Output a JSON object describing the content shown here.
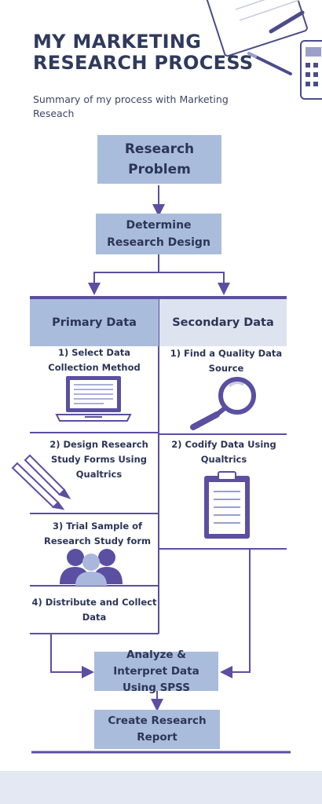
{
  "header": {
    "title_line1": "MY MARKETING",
    "title_line2": "RESEARCH PROCESS",
    "subtitle": "Summary of my process with Marketing Reseach"
  },
  "flow": {
    "research_problem": "Research Problem",
    "determine_design": "Determine Research Design",
    "analyze": "Analyze & Interpret Data Using SPSS",
    "report": "Create Research Report"
  },
  "primary": {
    "heading": "Primary Data",
    "steps": [
      "1) Select Data Collection Method",
      "2) Design Research Study Forms Using Qualtrics",
      "3) Trial Sample of Research Study form",
      "4) Distribute and Collect Data"
    ]
  },
  "secondary": {
    "heading": "Secondary Data",
    "steps": [
      "1) Find a Quality Data Source",
      "2) Codify Data Using Qualtrics"
    ]
  },
  "icons": [
    "notebook-pen-icon",
    "pen-icon",
    "calculator-icon",
    "laptop-icon",
    "magnifying-glass-icon",
    "pens-icon",
    "clipboard-icon",
    "people-group-icon"
  ],
  "colors": {
    "box": "#aabcdc",
    "primary_head": "#aabcdc",
    "secondary_head": "#dde3ef",
    "line": "#5b4fa1",
    "icon": "#5b4fa1",
    "title": "#2f3a5c"
  }
}
